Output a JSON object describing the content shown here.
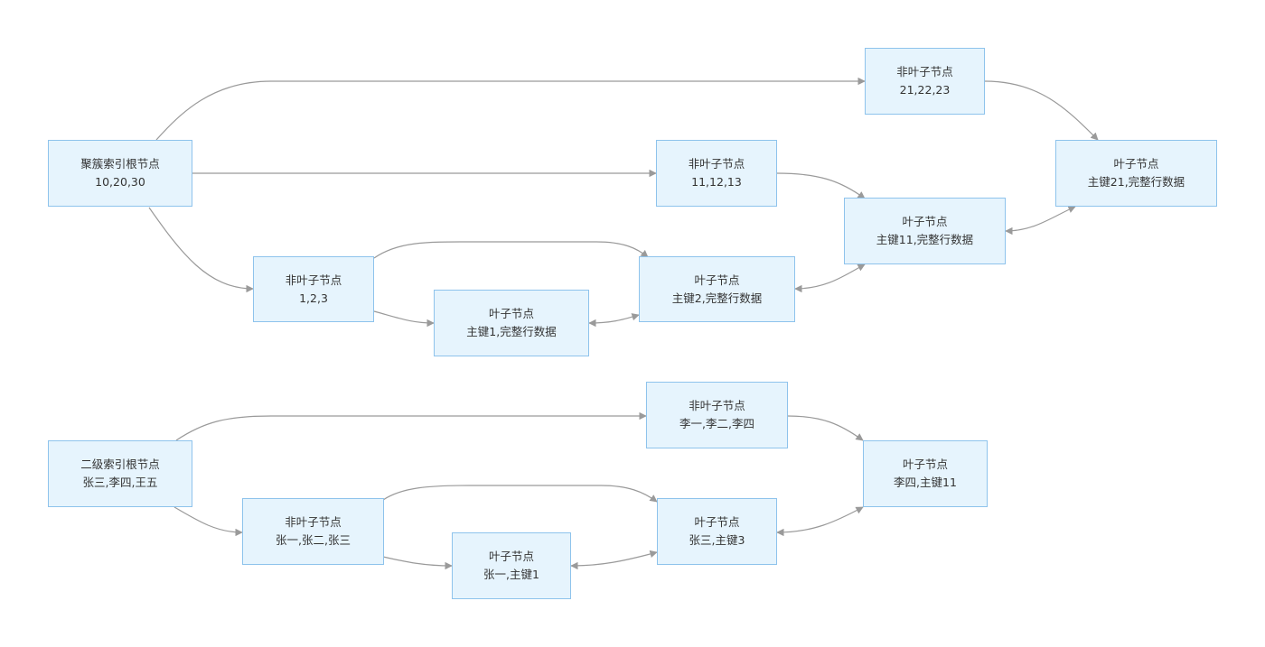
{
  "diagrams": {
    "clustered": {
      "root": {
        "title": "聚簇索引根节点",
        "keys": "10,20,30"
      },
      "internal_a": {
        "title": "非叶子节点",
        "keys": "1,2,3"
      },
      "internal_b": {
        "title": "非叶子节点",
        "keys": "11,12,13"
      },
      "internal_c": {
        "title": "非叶子节点",
        "keys": "21,22,23"
      },
      "leaf_1": {
        "title": "叶子节点",
        "content": "主键1,完整行数据"
      },
      "leaf_2": {
        "title": "叶子节点",
        "content": "主键2,完整行数据"
      },
      "leaf_11": {
        "title": "叶子节点",
        "content": "主键11,完整行数据"
      },
      "leaf_21": {
        "title": "叶子节点",
        "content": "主键21,完整行数据"
      }
    },
    "secondary": {
      "root": {
        "title": "二级索引根节点",
        "keys": "张三,李四,王五"
      },
      "internal_a": {
        "title": "非叶子节点",
        "keys": "张一,张二,张三"
      },
      "internal_b": {
        "title": "非叶子节点",
        "keys": "李一,李二,李四"
      },
      "leaf_zhangyi": {
        "title": "叶子节点",
        "content": "张一,主键1"
      },
      "leaf_zhangsan": {
        "title": "叶子节点",
        "content": "张三,主键3"
      },
      "leaf_lisi": {
        "title": "叶子节点",
        "content": "李四,主键11"
      }
    }
  }
}
